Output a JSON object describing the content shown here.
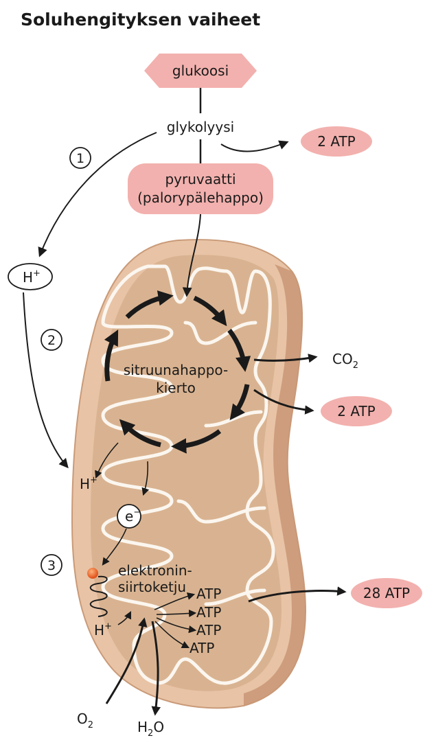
{
  "title": "Soluhengityksen vaiheet",
  "colors": {
    "pink": "#f2b1ae",
    "membrane_outer": "#e8c3a6",
    "matrix": "#d9b391",
    "membrane_line": "#fbf6ef",
    "arrow": "#1a1a1a"
  },
  "nodes": {
    "glucose": "glukoosi",
    "glycolysis": "glykolyysi",
    "pyruvate_line1": "pyruvaatti",
    "pyruvate_line2": "(palorypälehappo)",
    "cycle_line1": "sitruunahappo-",
    "cycle_line2": "kierto",
    "etc_line1": "elektronin-",
    "etc_line2": "siirtoketju"
  },
  "steps": [
    "1",
    "2",
    "3"
  ],
  "atp_badges": {
    "glycolysis": "2 ATP",
    "citric": "2 ATP",
    "etc": "28 ATP"
  },
  "atp_small": [
    "ATP",
    "ATP",
    "ATP",
    "ATP"
  ],
  "molecules": {
    "h_symbol": "H",
    "plus": "+",
    "electron": "e",
    "minus": "−",
    "co2_base": "CO",
    "co2_sub": "2",
    "o2_base": "O",
    "o2_sub": "2",
    "h2o_h": "H",
    "h2o_sub": "2",
    "h2o_o": "O"
  }
}
